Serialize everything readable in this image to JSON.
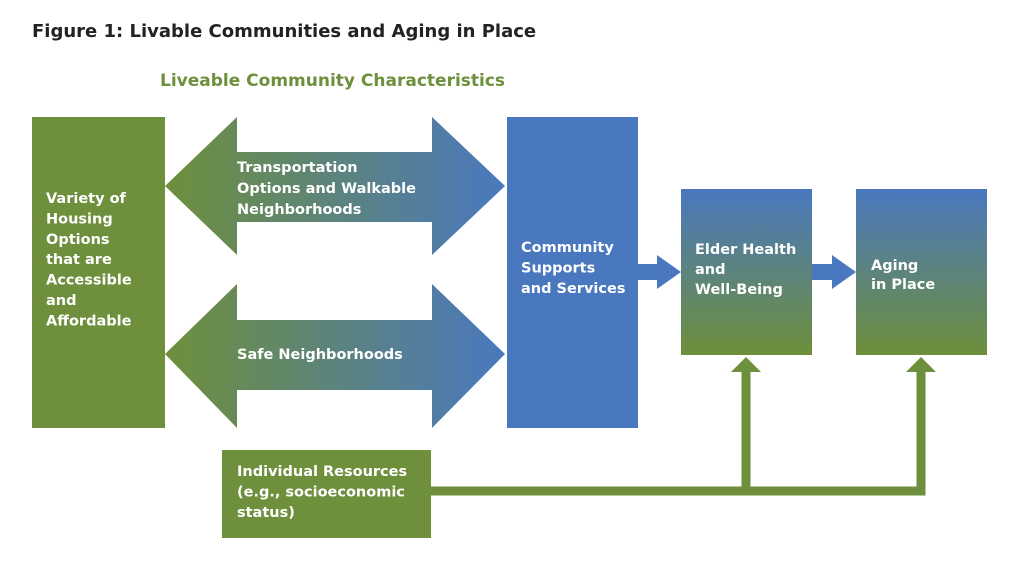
{
  "figure_title": "Figure 1: Livable Communities and Aging in Place",
  "subtitle": "Liveable Community Characteristics",
  "colors": {
    "green": "#6e8f3b",
    "blue": "#4a78bf",
    "title": "#222222",
    "subtitle": "#6e8f3b",
    "box_text": "#ffffff"
  },
  "nodes": {
    "housing": {
      "lines": [
        "Variety of",
        "Housing",
        "Options",
        "that are",
        "Accessible",
        "and",
        "Affordable"
      ]
    },
    "transportation": {
      "lines": [
        "Transportation",
        "Options and Walkable",
        "Neighborhoods"
      ]
    },
    "safe": {
      "lines": [
        "Safe Neighborhoods"
      ]
    },
    "community": {
      "lines": [
        "Community",
        "Supports",
        "and Services"
      ]
    },
    "elder": {
      "lines": [
        "Elder Health",
        "and",
        "Well-Being"
      ]
    },
    "aging": {
      "lines": [
        "Aging",
        "in Place"
      ]
    },
    "individual": {
      "lines": [
        "Individual Resources",
        "(e.g., socioeconomic",
        "status)"
      ]
    }
  }
}
